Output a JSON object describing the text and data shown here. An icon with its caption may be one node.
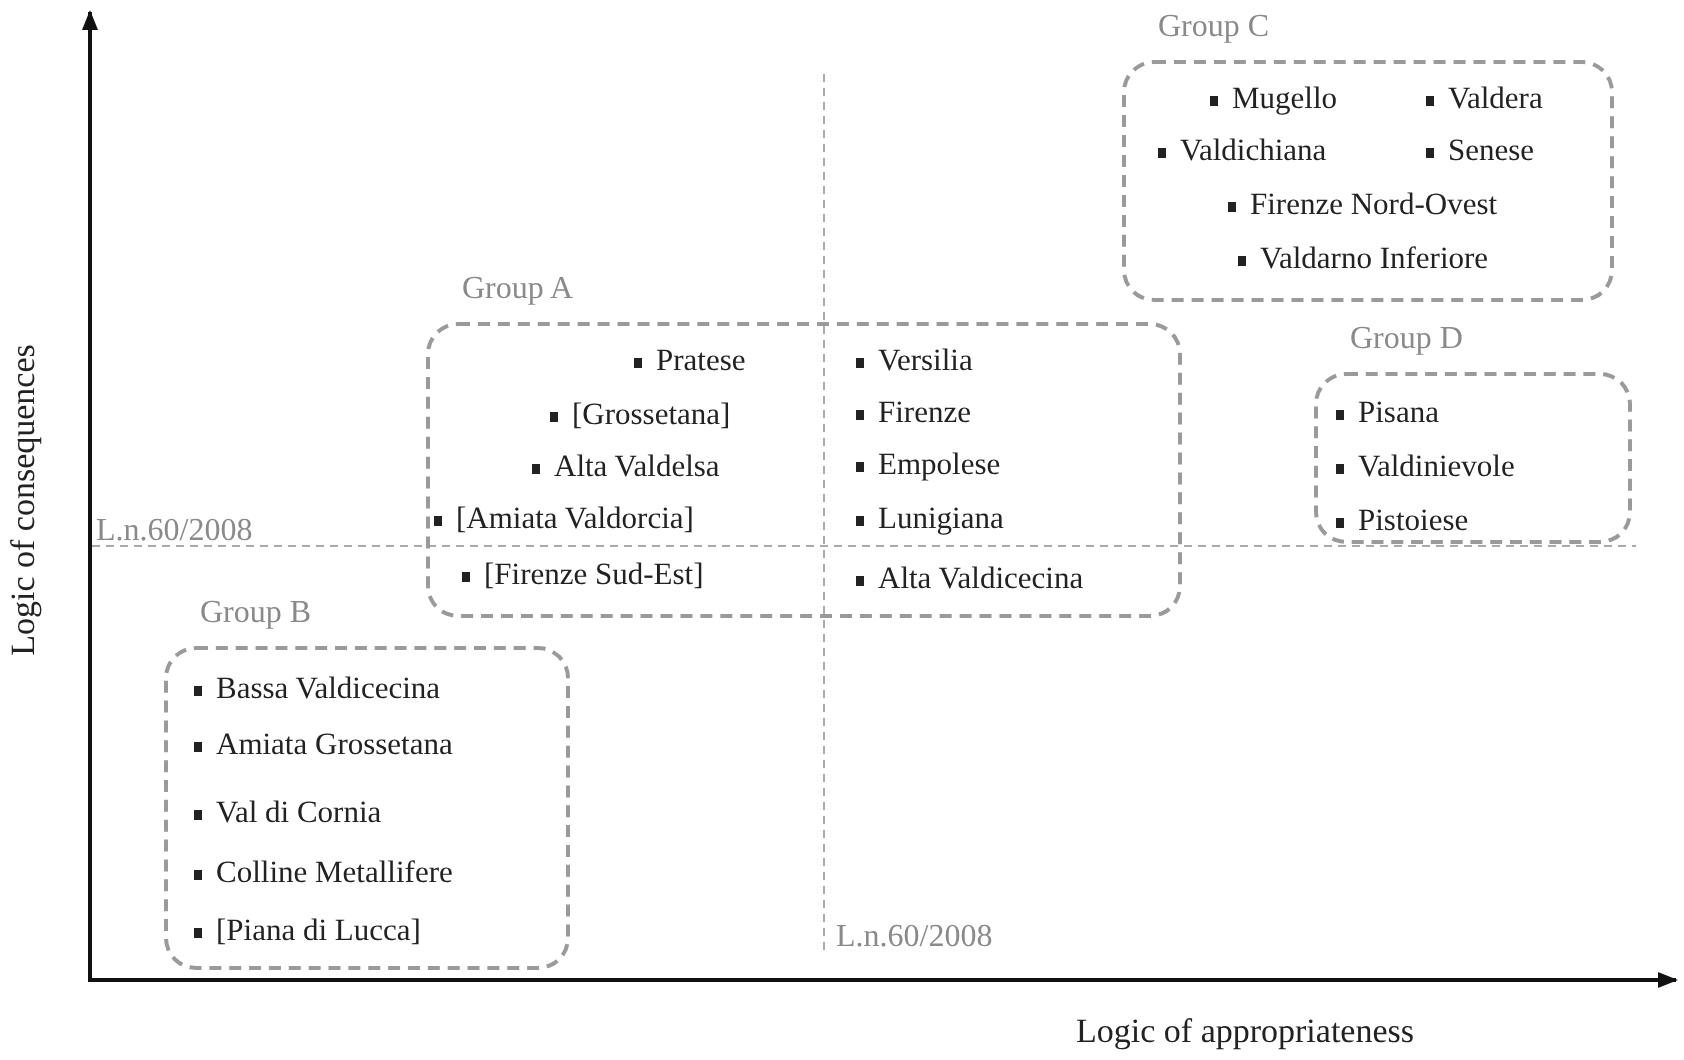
{
  "diagram": {
    "nodes": [
      {
        "text": [
          "Group C",
          "Mugello",
          "Valdera",
          "Valdichiana",
          "Senese",
          "Firenze Nord-Ovest",
          "Valdarno Inferiore"
        ]
      },
      {
        "text": [
          "Group A",
          "Pratese",
          "[Grossetana]",
          "Alta Valdelsa",
          "[Amiata Valdorcia]",
          "[Firenze Sud-Est]",
          "Versilia",
          "Firenze",
          "Empolese",
          "Lunigiana",
          "Alta Valdicecina"
        ]
      },
      {
        "text": [
          "Group D",
          "Pisana",
          "Valdinievole",
          "Pistoiese"
        ]
      },
      {
        "text": [
          "Group B",
          "Bassa Valdicecina",
          "Amiata Grossetana",
          "Val di Cornia",
          "Colline Metallifere",
          "[Piana di Lucca]"
        ]
      }
    ],
    "labels": [
      "Logic of consequences",
      "L.n.60/2008",
      "L.n.60/2008",
      "Logic of appropriateness"
    ]
  }
}
